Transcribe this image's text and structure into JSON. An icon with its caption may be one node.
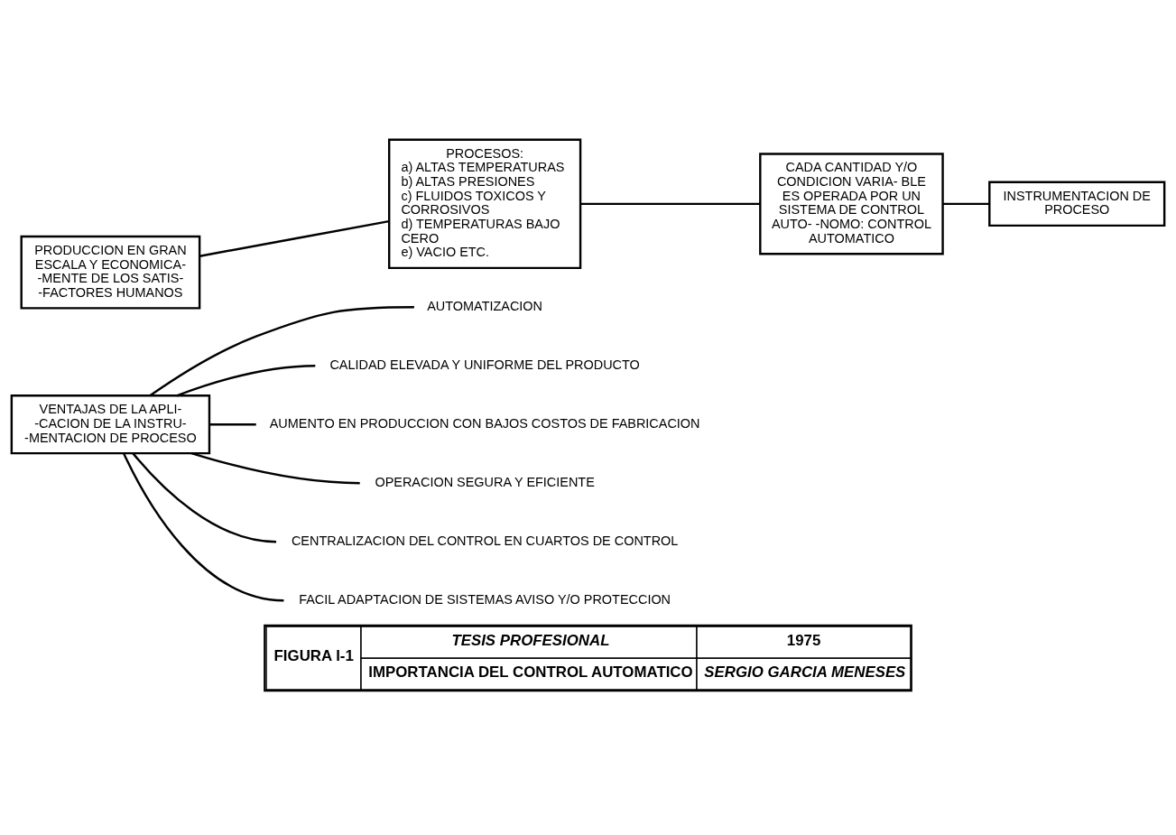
{
  "diagram": {
    "nodes": [
      {
        "text": [
          "PRODUCCION EN GRAN ESCALA Y ECONOMICA- -MENTE DE LOS SATIS- -FACTORES HUMANOS"
        ]
      },
      {
        "text": [
          "PROCESOS:",
          "a) ALTAS TEMPERATURAS",
          "b) ALTAS PRESIONES",
          "c) FLUIDOS TOXICOS Y CORROSIVOS",
          "d) TEMPERATURAS BAJO CERO",
          "e) VACIO ETC."
        ]
      },
      {
        "text": [
          "CADA CANTIDAD Y/O CONDICION VARIA- BLE ES OPERADA POR UN SISTEMA DE CONTROL AUTO- -NOMO: CONTROL AUTOMATICO"
        ]
      },
      {
        "text": [
          "INSTRUMENTACION DE PROCESO"
        ]
      },
      {
        "text": [
          "VENTAJAS DE LA APLI- -CACION DE LA INSTRU- -MENTACION DE PROCESO"
        ]
      },
      {
        "text": [
          "AUTOMATIZACION"
        ]
      },
      {
        "text": [
          "CALIDAD ELEVADA Y UNIFORME DEL PRODUCTO"
        ]
      },
      {
        "text": [
          "AUMENTO EN PRODUCCION CON BAJOS COSTOS DE FABRICACION"
        ]
      },
      {
        "text": [
          "OPERACION SEGURA Y EFICIENTE"
        ]
      },
      {
        "text": [
          "CENTRALIZACION DEL CONTROL EN CUARTOS DE CONTROL"
        ]
      },
      {
        "text": [
          "FACIL ADAPTACION DE SISTEMAS AVISO Y/O PROTECCION"
        ]
      }
    ],
    "edges": [
      {
        "from": 0,
        "to": 1,
        "arrow": "none"
      },
      {
        "from": 1,
        "to": 2,
        "arrow": "none"
      },
      {
        "from": 2,
        "to": 3,
        "arrow": "none"
      },
      {
        "from": 4,
        "to": 5,
        "arrow": "none"
      },
      {
        "from": 4,
        "to": 6,
        "arrow": "none"
      },
      {
        "from": 4,
        "to": 7,
        "arrow": "none"
      },
      {
        "from": 4,
        "to": 8,
        "arrow": "none"
      },
      {
        "from": 4,
        "to": 9,
        "arrow": "none"
      },
      {
        "from": 4,
        "to": 10,
        "arrow": "none"
      }
    ],
    "labels": [
      "FIGURA I-1",
      "TESIS PROFESIONAL",
      "1975",
      "IMPORTANCIA DEL CONTROL AUTOMATICO",
      "SERGIO GARCIA MENESES"
    ]
  }
}
